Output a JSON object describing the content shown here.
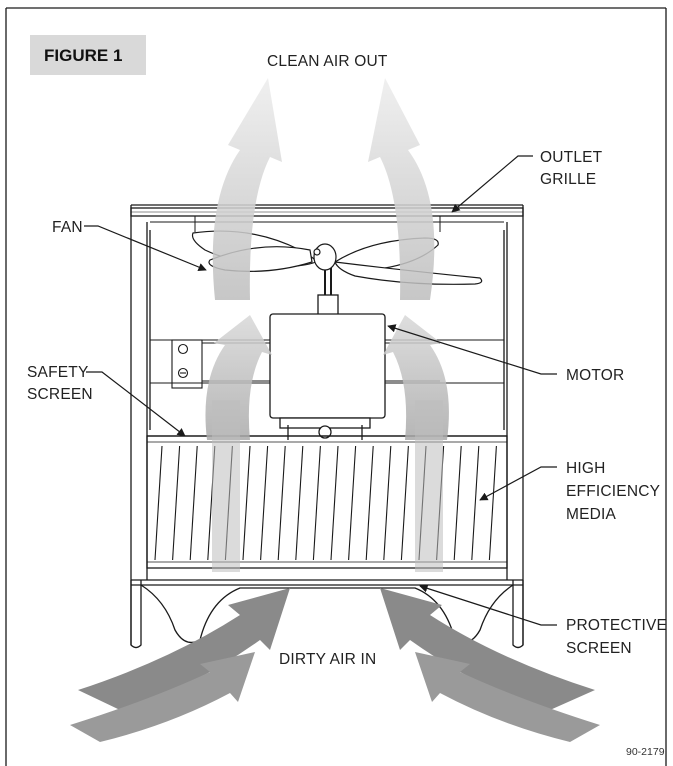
{
  "figure": {
    "title": "FIGURE 1",
    "code": "90-2179"
  },
  "labels": {
    "clean_air_out": "CLEAN AIR OUT",
    "outlet_grille": [
      "OUTLET",
      "GRILLE"
    ],
    "fan": "FAN",
    "safety_screen": [
      "SAFETY",
      "SCREEN"
    ],
    "motor": "MOTOR",
    "high_efficiency_media": [
      "HIGH",
      "EFFICIENCY",
      "MEDIA"
    ],
    "protective_screen": [
      "PROTECTIVE",
      "SCREEN"
    ],
    "dirty_air_in": "DIRTY AIR IN"
  },
  "colors": {
    "line": "#1a1a1a",
    "dirty_air_arrow": "#8a8a8a",
    "clean_air_arrow": "#d4d4d4",
    "figure_tab": "#d9d9d9"
  }
}
